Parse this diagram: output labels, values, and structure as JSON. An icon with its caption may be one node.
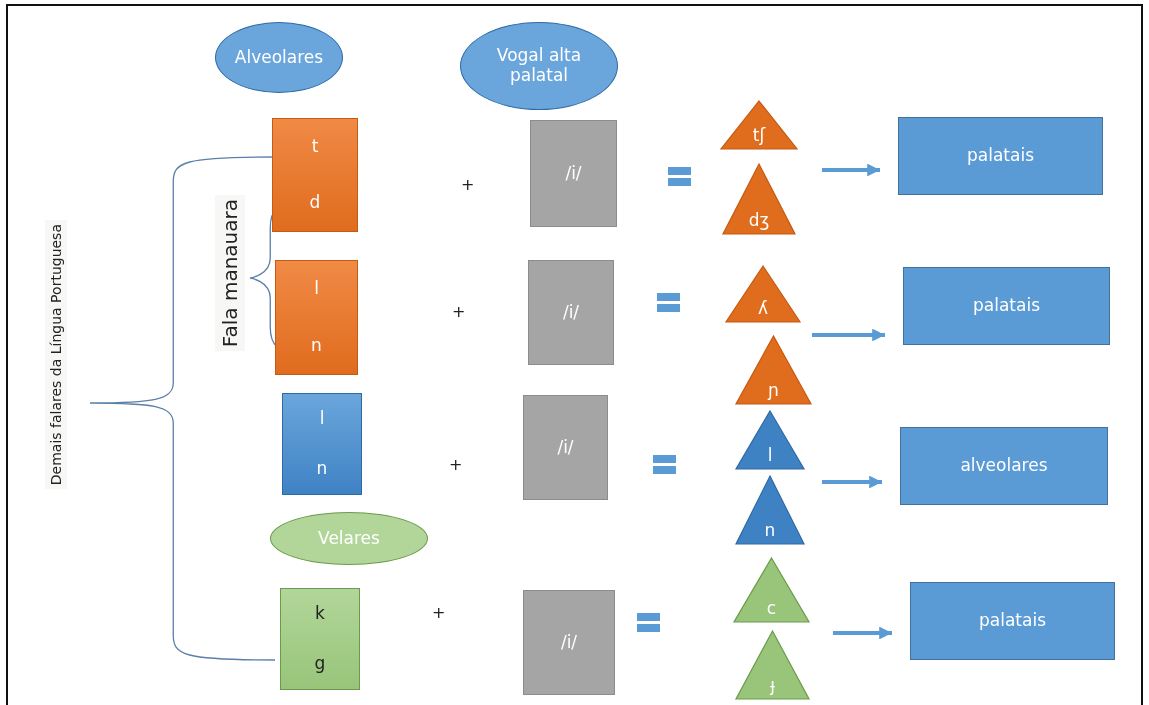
{
  "diagram": {
    "nodes": [
      {
        "text": [
          "Alveolares"
        ]
      },
      {
        "text": [
          "Vogal alta palatal"
        ]
      },
      {
        "text": [
          "Velares"
        ]
      },
      {
        "text": [
          "t",
          "d"
        ]
      },
      {
        "text": [
          "/i/"
        ]
      },
      {
        "text": [
          "tʃ"
        ]
      },
      {
        "text": [
          "dʒ"
        ]
      },
      {
        "text": [
          "palatais"
        ]
      },
      {
        "text": [
          "l",
          "n"
        ]
      },
      {
        "text": [
          "/i/"
        ]
      },
      {
        "text": [
          "ʎ"
        ]
      },
      {
        "text": [
          "ɲ"
        ]
      },
      {
        "text": [
          "palatais"
        ]
      },
      {
        "text": [
          "l",
          "n"
        ]
      },
      {
        "text": [
          "/i/"
        ]
      },
      {
        "text": [
          "l"
        ]
      },
      {
        "text": [
          "n"
        ]
      },
      {
        "text": [
          "alveolares"
        ]
      },
      {
        "text": [
          "k",
          "g"
        ]
      },
      {
        "text": [
          "/i/"
        ]
      },
      {
        "text": [
          "c"
        ]
      },
      {
        "text": [
          "ɟ"
        ]
      },
      {
        "text": [
          "palatais"
        ]
      }
    ],
    "edges": [
      {
        "from": null,
        "to": 7,
        "arrow": "to"
      },
      {
        "from": null,
        "to": 12,
        "arrow": "to"
      },
      {
        "from": null,
        "to": 17,
        "arrow": "to"
      },
      {
        "from": null,
        "to": 22,
        "arrow": "to"
      }
    ],
    "labels": [
      "Fala manauara",
      "Demais falares da Língua Portuguesa",
      "+",
      "+",
      "+",
      "+"
    ]
  }
}
